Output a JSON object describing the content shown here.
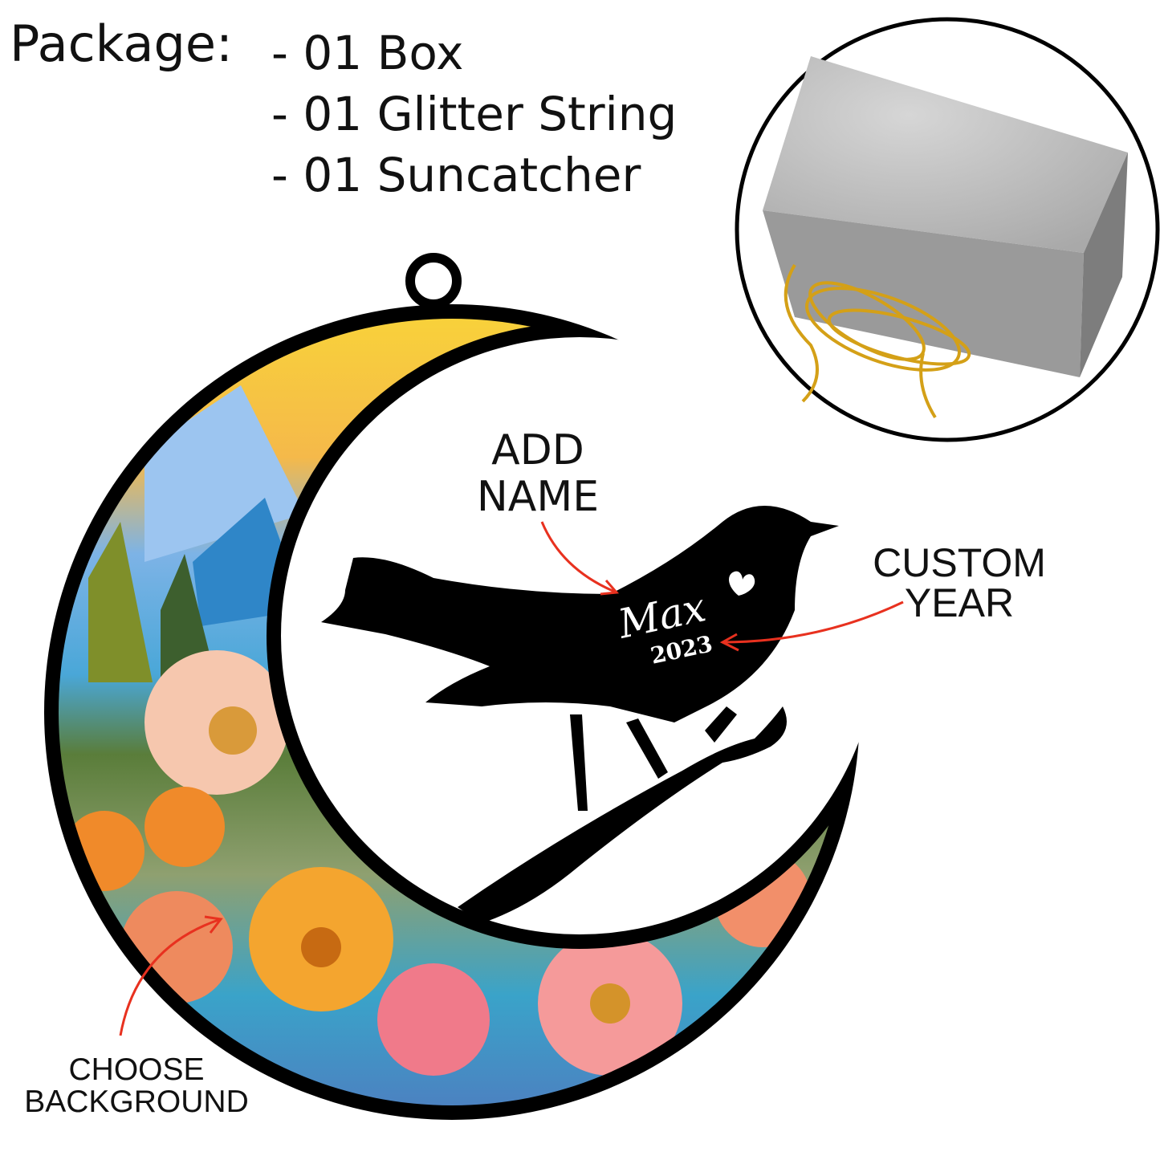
{
  "package": {
    "title": "Package:",
    "items": [
      "- 01 Box",
      "- 01 Glitter String",
      "- 01 Suncatcher"
    ]
  },
  "callouts": {
    "add_name": [
      "ADD",
      "NAME"
    ],
    "custom_year": [
      "CUSTOM",
      "YEAR"
    ],
    "choose_background": [
      "CHOOSE",
      "BACKGROUND"
    ]
  },
  "engraving": {
    "name": "Max",
    "year": "2023"
  },
  "colors": {
    "arrow": "#e8311f",
    "ink": "#000000",
    "cord": "#d4a017",
    "box": "#bdbdbd"
  }
}
